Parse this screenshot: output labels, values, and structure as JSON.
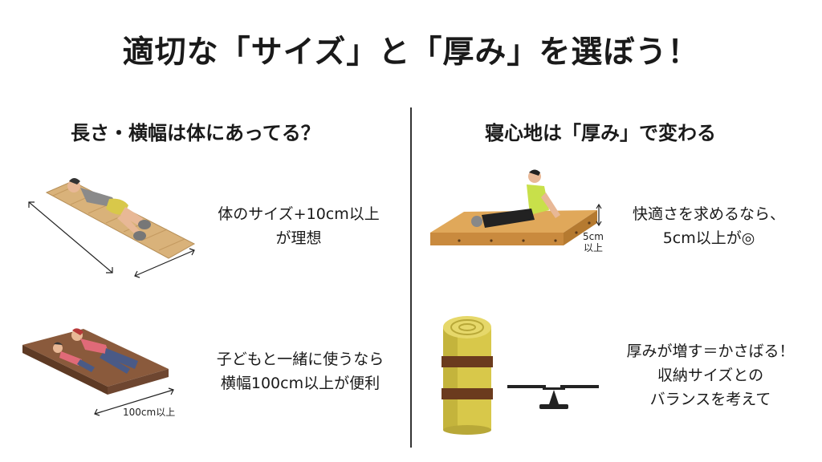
{
  "title": "適切な「サイズ」と「厚み」を選ぼう！",
  "left": {
    "heading": "長さ・横幅は体にあってる？",
    "tip1": [
      "体のサイズ+10cm以上",
      "が理想"
    ],
    "tip2": [
      "子どもと一緒に使うなら",
      "横幅100cm以上が便利"
    ],
    "width_label": "100cm以上"
  },
  "right": {
    "heading": "寝心地は「厚み」で変わる",
    "tip1": [
      "快適さを求めるなら、",
      "5cm以上が◎"
    ],
    "thickness_label": [
      "5cm",
      "以上"
    ],
    "tip2": [
      "厚みが増す＝かさばる！",
      "収納サイズとの",
      "バランスを考えて"
    ]
  },
  "colors": {
    "mat_tan": "#d9b27a",
    "mat_orange": "#e0a85a",
    "mat_brown": "#8a5a3c",
    "roll_yellow": "#d8c84a",
    "strap_brown": "#6b3b1e",
    "shirt_lime": "#c8e04a",
    "shirt_pink": "#e06a78"
  }
}
